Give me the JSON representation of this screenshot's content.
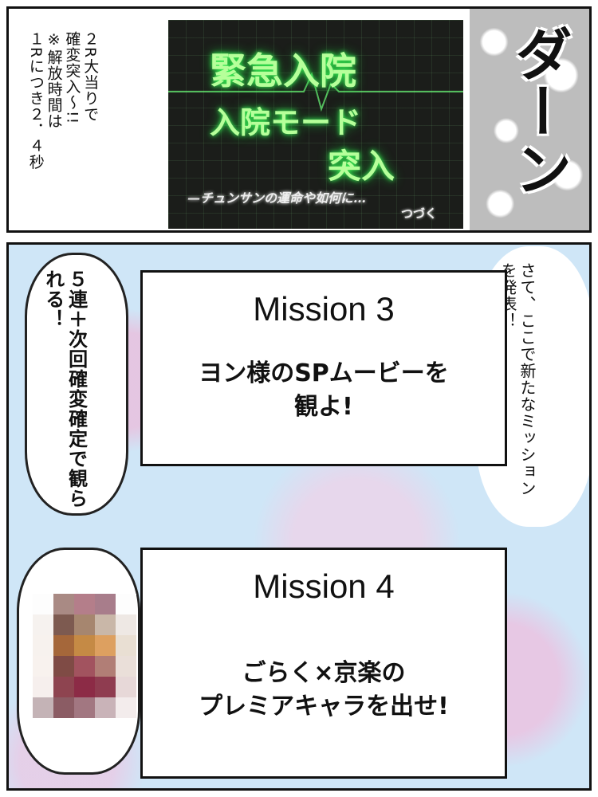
{
  "panel1": {
    "note": "２R大当りで確変突入〜!! ※解放時間は１Rにつき２．４秒",
    "note_lines": [
      "２R大当りで",
      "確変突入〜!!",
      "※解放時間は",
      "１Rにつき２．４秒"
    ],
    "screen": {
      "title": "緊急入院",
      "mode": "入院モード",
      "enter": "突入",
      "subtitle": "—チュンサンの運命や如何に…",
      "continued": "つづく"
    },
    "sound_effect": "ダーン"
  },
  "panel2": {
    "left_bubble": "５連＋次回確変確定で観られる！",
    "right_bubble": "さて、ここで新たなミッションを発表！",
    "mission3": {
      "title": "Mission 3",
      "body_line1": "ヨン様のSPムービーを",
      "body_line2": "観よ!"
    },
    "mission4": {
      "title": "Mission 4",
      "body_line1": "ごらく×京楽の",
      "body_line2": "プレミアキャラを出せ!"
    }
  },
  "colors": {
    "panel2_background": "#cfe6f7",
    "screen_glow": "#b6ff9a",
    "border": "#111111"
  },
  "mosaic_colors": [
    "#fdfdfd",
    "#a98a84",
    "#b47e8a",
    "#a87d8b",
    "#fdfdfd",
    "#f6f2ef",
    "#7d5a50",
    "#a6866f",
    "#c9b7a8",
    "#eee8e4",
    "#f7f2ee",
    "#a5673a",
    "#c58a45",
    "#dda060",
    "#e9dfd3",
    "#f8f2ee",
    "#7f4b45",
    "#a2535f",
    "#b17e76",
    "#eadfd9",
    "#f6efed",
    "#8e4450",
    "#8c2b46",
    "#8f3c50",
    "#e7d8d8",
    "#c4b3b6",
    "#8b5c64",
    "#a27781",
    "#c9b3b8",
    "#f3ecec"
  ]
}
